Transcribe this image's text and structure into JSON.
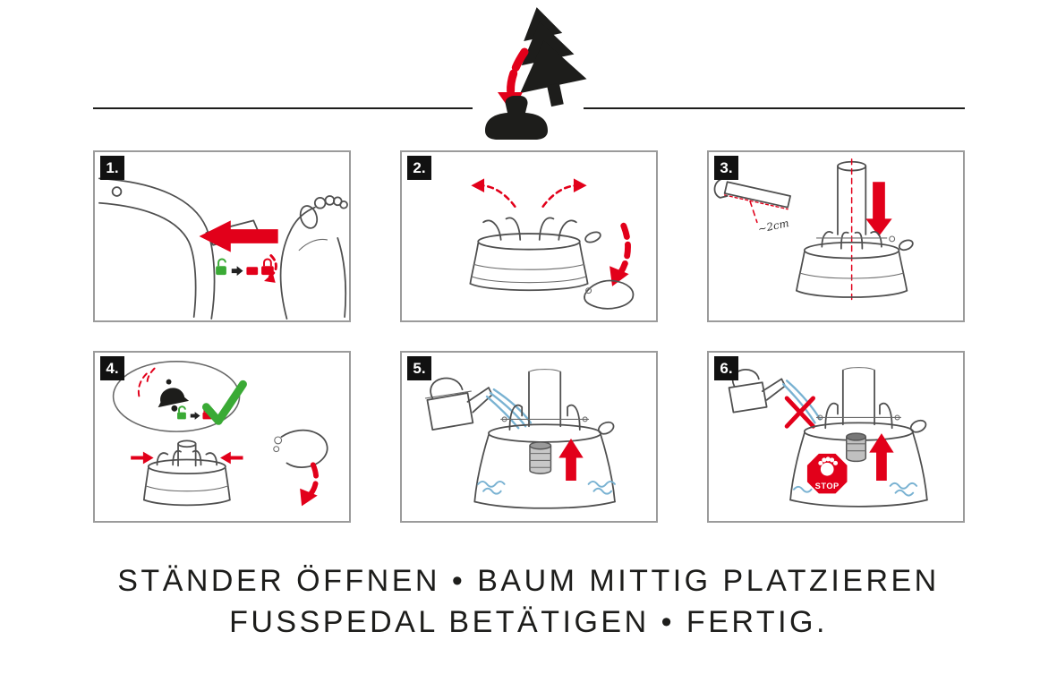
{
  "header": {
    "icon": "christmas-tree-into-stand"
  },
  "panels": [
    {
      "number": "1."
    },
    {
      "number": "2."
    },
    {
      "number": "3.",
      "cut_label": "~2cm"
    },
    {
      "number": "4."
    },
    {
      "number": "5."
    },
    {
      "number": "6.",
      "stop_label": "STOP"
    }
  ],
  "footer": {
    "line1": "STÄNDER ÖFFNEN • BAUM MITTIG PLATZIEREN",
    "line2": "FUSSPEDAL BETÄTIGEN • FERTIG."
  },
  "colors": {
    "accent_red": "#e2001a",
    "accent_green": "#3aaa35",
    "water_blue": "#79b2d2",
    "ink": "#1d1d1b",
    "panel_border_gray": "#9b9b9b"
  }
}
